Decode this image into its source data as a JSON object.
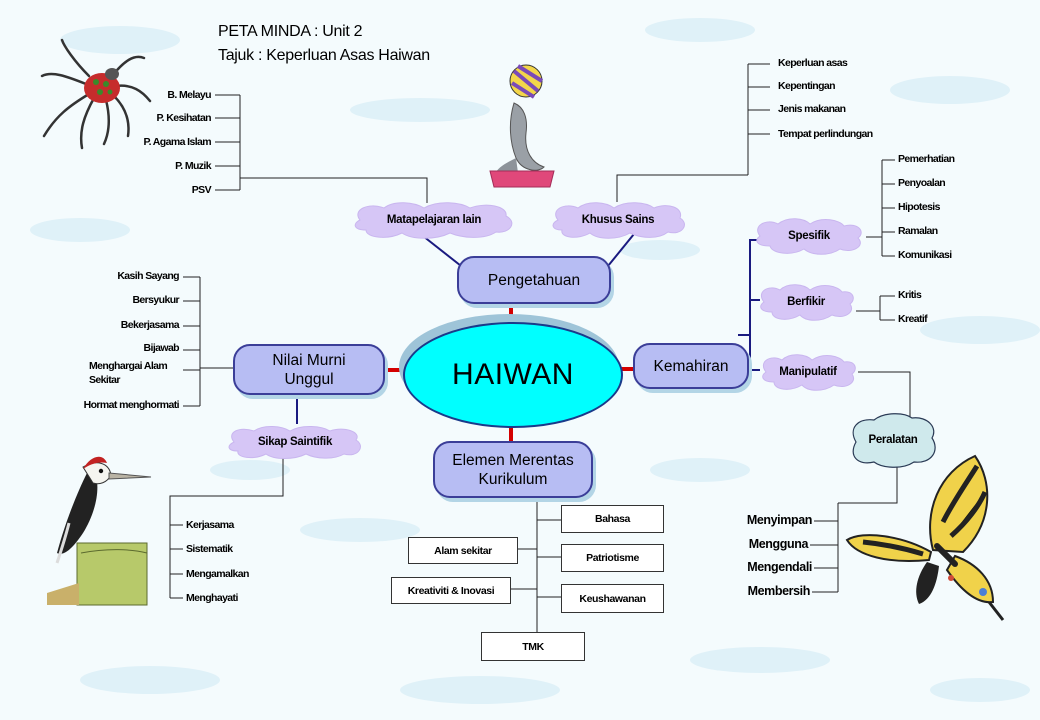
{
  "header": {
    "title": "PETA MINDA : Unit 2",
    "subtitle": "Tajuk : Keperluan Asas Haiwan"
  },
  "center": "HAIWAN",
  "main_nodes": {
    "pengetahuan": "Pengetahuan",
    "kemahiran": "Kemahiran",
    "nilai_line1": "Nilai Murni",
    "nilai_line2": "Unggul",
    "elemen_line1": "Elemen Merentas",
    "elemen_line2": "Kurikulum"
  },
  "clouds": {
    "matapelajaran": "Matapelajaran lain",
    "khusus_sains": "Khusus Sains",
    "spesifik": "Spesifik",
    "berfikir": "Berfikir",
    "manipulatif": "Manipulatif",
    "sikap": "Sikap Saintifik",
    "peralatan": "Peralatan"
  },
  "matapelajaran_items": [
    "B. Melayu",
    "P. Kesihatan",
    "P. Agama Islam",
    "P. Muzik",
    "PSV"
  ],
  "khusus_items": [
    "Keperluan asas",
    "Kepentingan",
    "Jenis makanan",
    "Tempat perlindungan"
  ],
  "spesifik_items": [
    "Pemerhatian",
    "Penyoalan",
    "Hipotesis",
    "Ramalan",
    "Komunikasi"
  ],
  "berfikir_items": [
    "Kritis",
    "Kreatif"
  ],
  "nilai_items": [
    "Kasih Sayang",
    "Bersyukur",
    "Bekerjasama",
    "Bijawab",
    "Menghargai Alam",
    "Sekitar",
    "Hormat menghormati"
  ],
  "sikap_items": [
    "Kerjasama",
    "Sistematik",
    "Mengamalkan",
    "Menghayati"
  ],
  "peralatan_items": [
    "Menyimpan",
    "Mengguna",
    "Mengendali",
    "Membersih"
  ],
  "elemen_items": {
    "bahasa": "Bahasa",
    "alam": "Alam sekitar",
    "patriotisme": "Patriotisme",
    "kreativiti": "Kreativiti & Inovasi",
    "keusahawanan": "Keushawanan",
    "tmk": "TMK"
  },
  "colors": {
    "main_node": "#b7bdf3",
    "main_border": "#3b3e98",
    "center": "#00ffff",
    "cloud": "#d6c6f6",
    "peralatan_cloud": "#cfe9ec",
    "connector_red": "#d40000",
    "connector_navy": "#1a1a80"
  }
}
